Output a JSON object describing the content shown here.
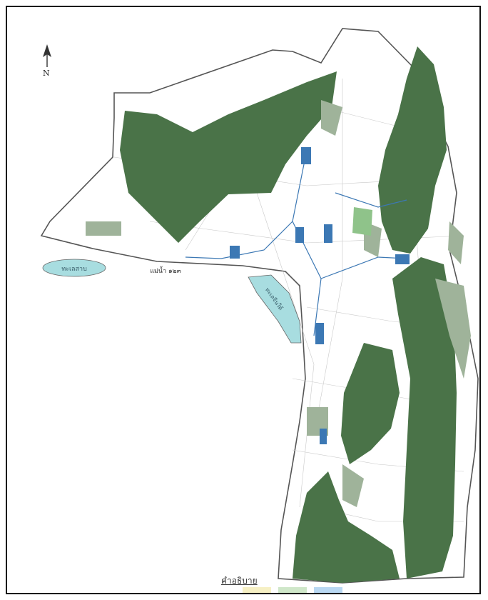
{
  "map": {
    "north_label": "N",
    "sea_label_1": "ทะเลจีนใต้",
    "sea_label_2": "แม่น้ำ ๑๒๓",
    "lake_label": "ทะเลสาบ",
    "legend_title": "คำอธิบาย"
  },
  "colors": {
    "forest": "#4a7348",
    "forest_light": "#9fb39a",
    "water": "#a8dde0",
    "water_blue": "#3c78b4",
    "green_patch": "#8fc38a",
    "outline": "#555555",
    "legend_yellow": "#f6f0c4",
    "legend_green": "#cfe7c9",
    "legend_blue": "#b9d8f2"
  }
}
